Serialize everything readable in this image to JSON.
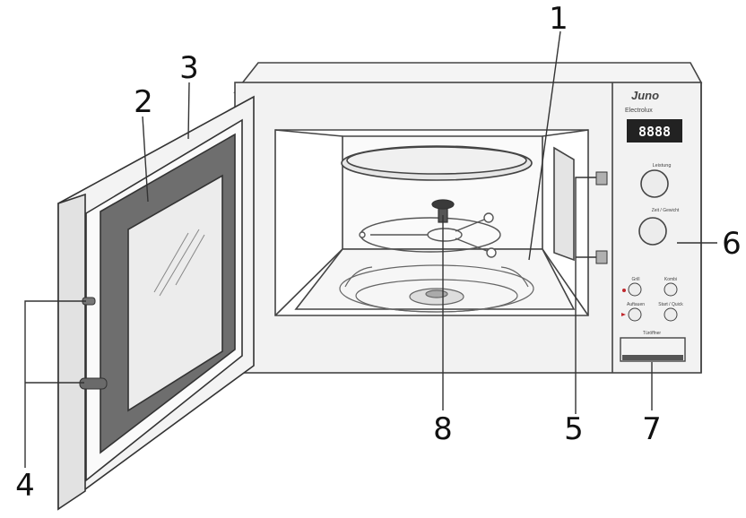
{
  "brand": {
    "name": "Juno",
    "sub": "Electrolux"
  },
  "display": {
    "value": "8888"
  },
  "panel": {
    "knob_top_label": "Leistung",
    "knob_bottom_label": "Zeit / Gewicht",
    "btn_tl": "Grill",
    "btn_tr": "Kombi",
    "btn_bl": "Auftauen",
    "btn_br": "Start / Quick",
    "door_open_label": "Türöffner"
  },
  "callouts": {
    "c1": "1",
    "c2": "2",
    "c3": "3",
    "c4": "4",
    "c5": "5",
    "c6": "6",
    "c7": "7",
    "c8": "8"
  },
  "colors": {
    "line": "#333333",
    "outline": "#555555",
    "body_fill": "#f2f2f2",
    "gasket": "#6b6b6b",
    "window": "#eaeaea",
    "panel_fill": "#eeeeee",
    "display_bg": "#222222",
    "display_digit": "#ffffff"
  }
}
